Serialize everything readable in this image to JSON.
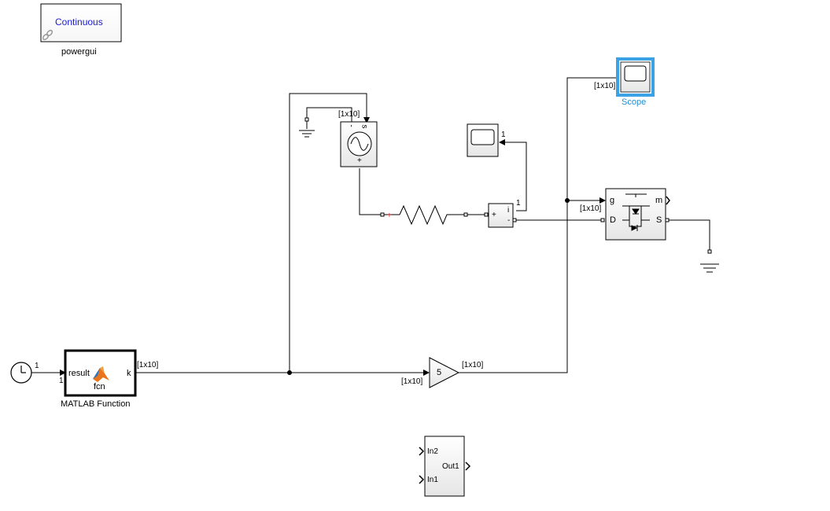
{
  "powergui": {
    "mode": "Continuous",
    "name": "powergui"
  },
  "clock": {
    "port_label": "1"
  },
  "matlab_function": {
    "in_port": "result",
    "out_port": "k",
    "body": "fcn",
    "name": "MATLAB Function",
    "in_dim": "1",
    "out_dim": "[1x10]"
  },
  "gain": {
    "value": "5",
    "in_dim": "[1x10]",
    "out_dim": "[1x10]"
  },
  "ac_source": {
    "dim": "[1x10]",
    "minus": "-",
    "s": "s",
    "plus": "+"
  },
  "scope_top": {
    "name": "Scope",
    "dim": "[1x10]"
  },
  "scope_small": {
    "dim": "1"
  },
  "current_meas": {
    "plus": "+",
    "minus": "-",
    "i": "i",
    "out_dim": "1"
  },
  "mosfet": {
    "g": "g",
    "m": "m",
    "d": "D",
    "s": "S",
    "g_dim": "[1x10]"
  },
  "subsystem": {
    "in2": "In2",
    "in1": "In1",
    "out1": "Out1"
  },
  "colors": {
    "wire": "#000000",
    "highlight": "#3ba3e5",
    "scope_label": "#1f8fd6",
    "port_red": "#e02020",
    "powergui_text": "#1a1ad0"
  }
}
